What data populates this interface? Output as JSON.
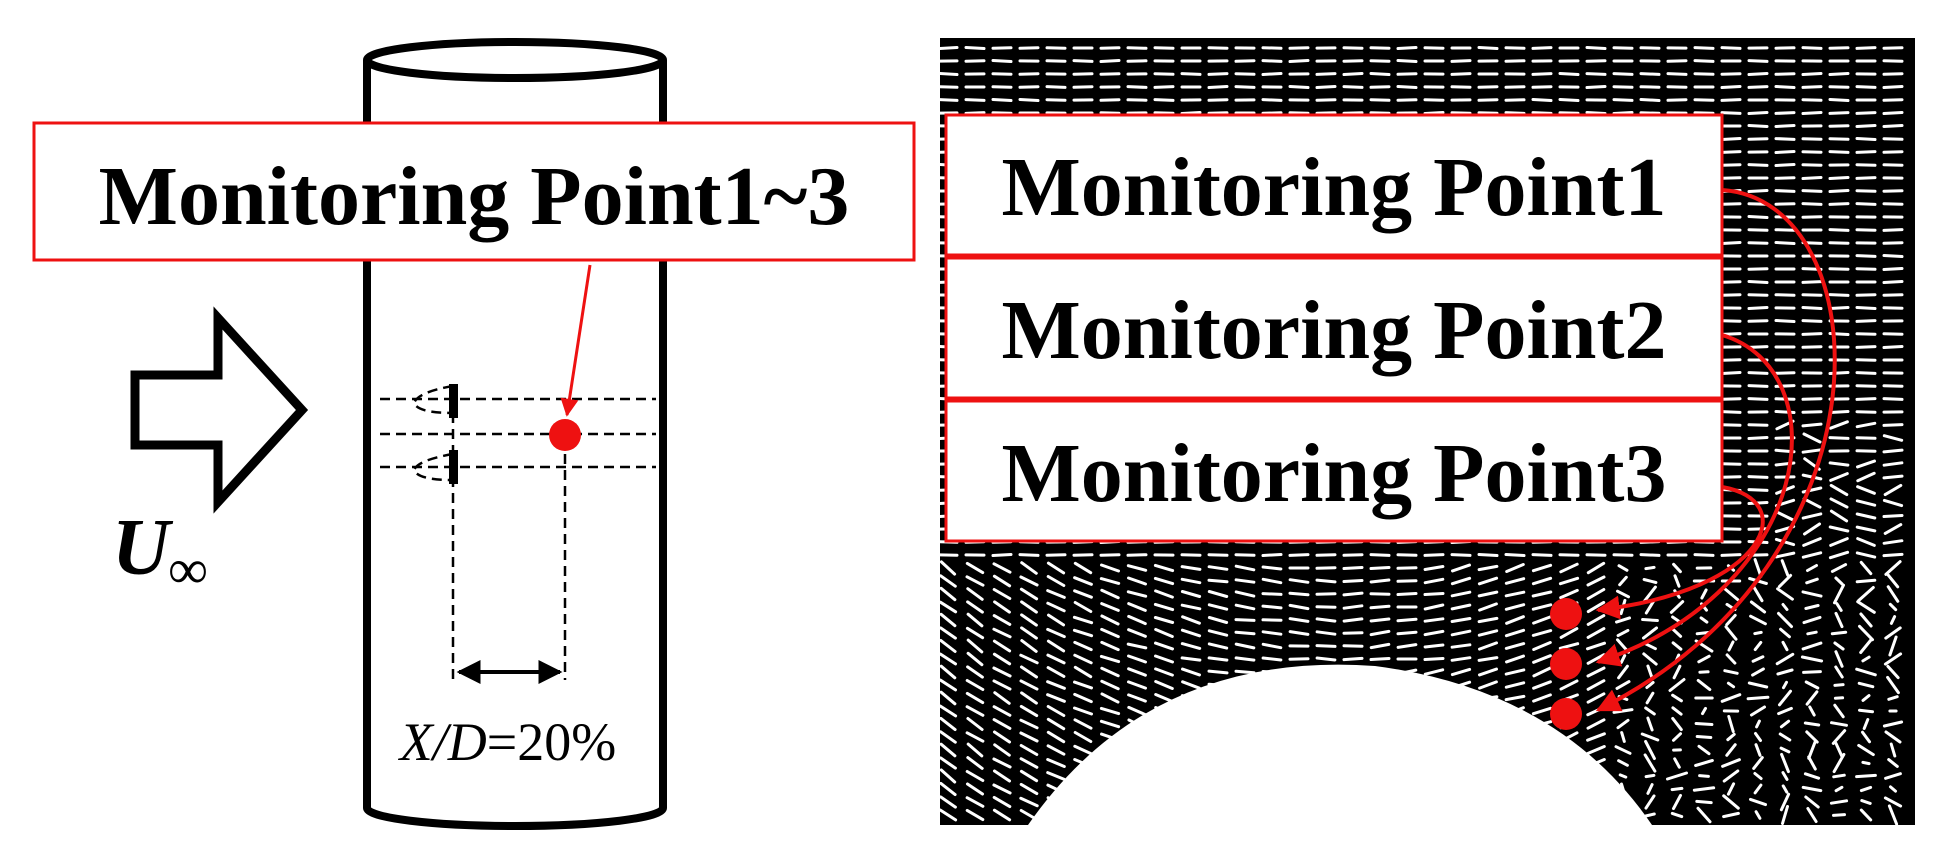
{
  "left_panel": {
    "callout_label": "Monitoring Point1~3",
    "flow_symbol": "U",
    "flow_subscript": "∞",
    "ratio_variable": "X/D",
    "ratio_value": "=20%"
  },
  "right_panel": {
    "labels": [
      "Monitoring Point1",
      "Monitoring Point2",
      "Monitoring Point3"
    ]
  },
  "colors": {
    "accent": "#ee1111",
    "line": "#000000",
    "field_background": "#000000",
    "vectors": "#ffffff"
  },
  "icons": [
    "flow-direction-arrow-icon",
    "monitoring-point-marker-icon"
  ]
}
